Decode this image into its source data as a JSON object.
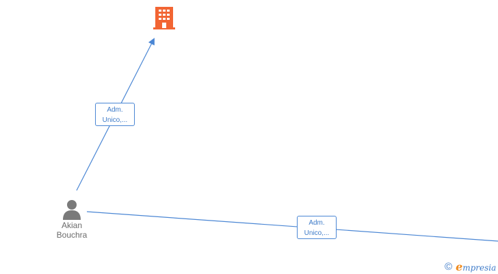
{
  "nodes": {
    "company": {
      "icon": "building-icon",
      "color": "#f26533"
    },
    "person": {
      "icon": "person-icon",
      "name_line1": "Akian",
      "name_line2": "Bouchra",
      "color": "#7a7a7a"
    }
  },
  "edges": [
    {
      "from": "person",
      "to": "company",
      "label_line1": "Adm.",
      "label_line2": "Unico,..."
    },
    {
      "from": "person",
      "to": "offscreen-right",
      "label_line1": "Adm.",
      "label_line2": "Unico,..."
    }
  ],
  "colors": {
    "edge": "#4a86d4"
  },
  "watermark": {
    "copyright": "©",
    "brand_initial": "e",
    "brand_rest": "mpresia"
  }
}
